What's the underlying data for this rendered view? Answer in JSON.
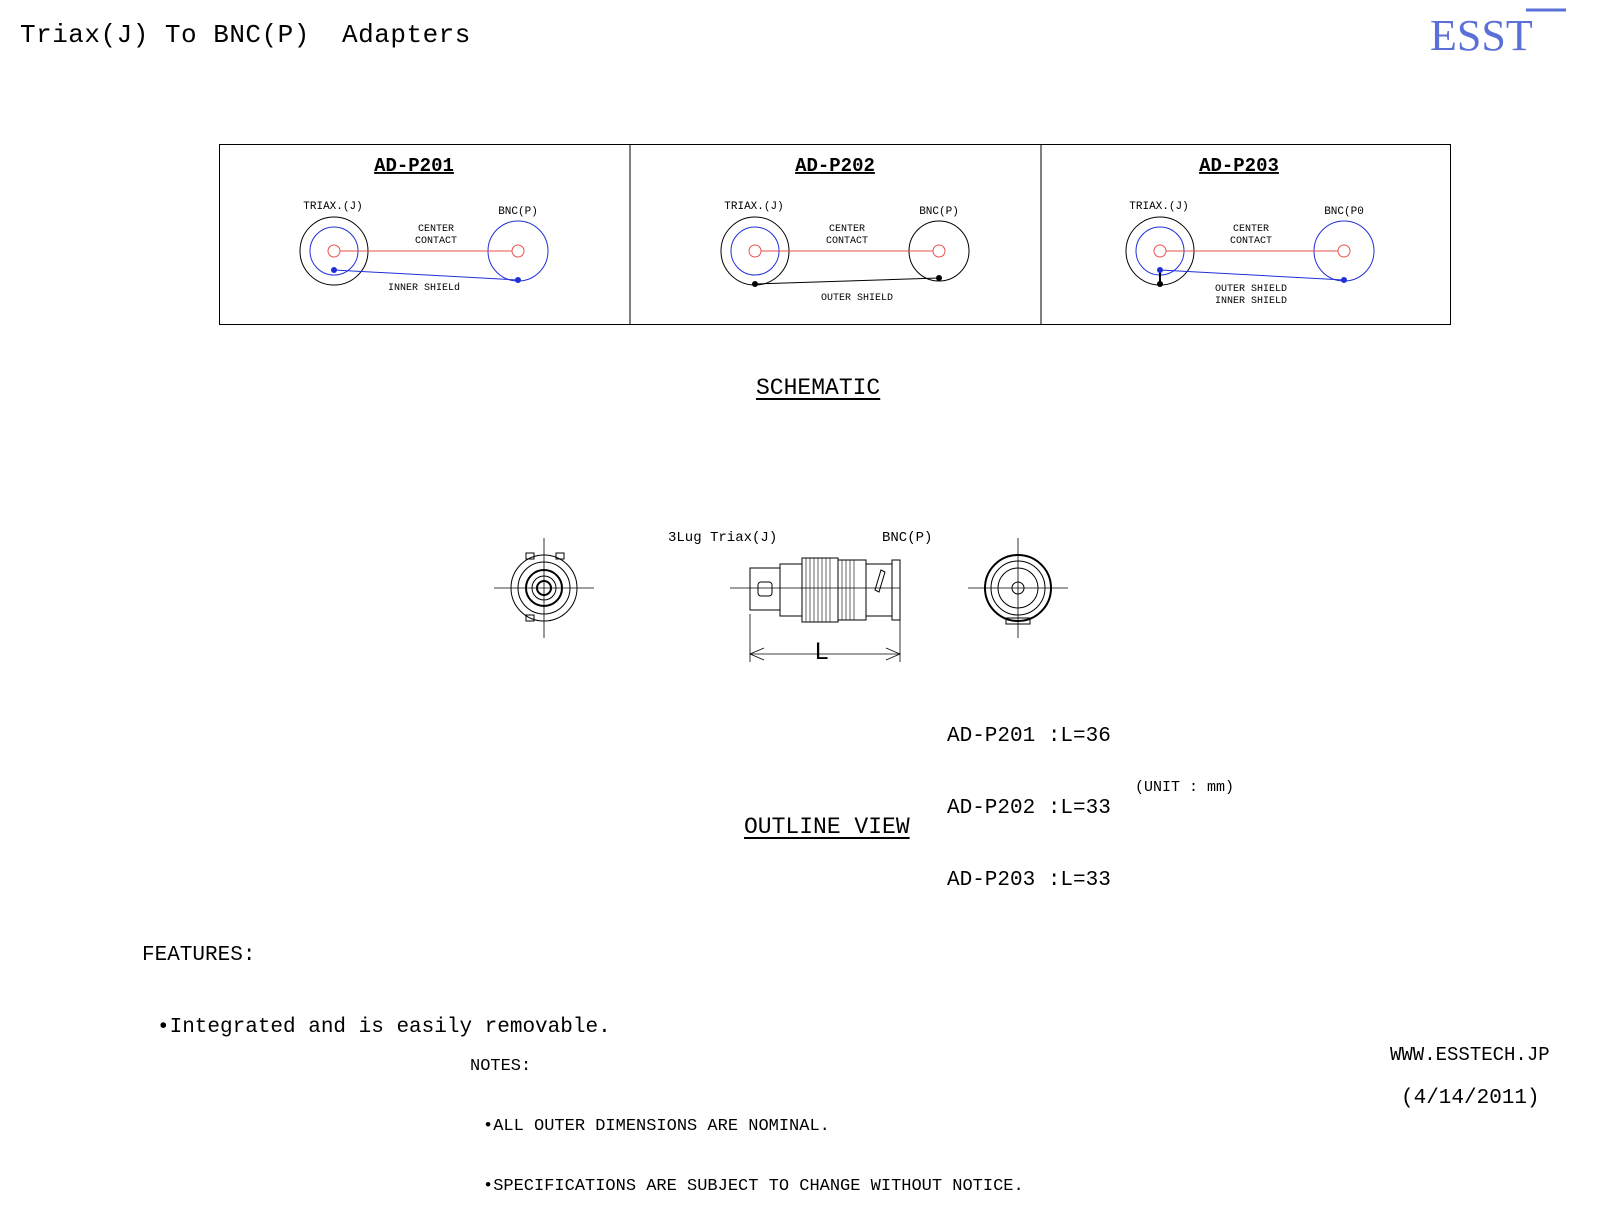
{
  "header": {
    "title": "Triax(J) To BNC(P)  Adapters",
    "logo_text": "ESST",
    "logo_color": "#5a6fd8"
  },
  "schematic": {
    "section_title": "SCHEMATIC",
    "panels": [
      {
        "model": "AD-P201",
        "left_label": "TRIAX.(J)",
        "right_label": "BNC(P)",
        "center_label": [
          "CENTER",
          "CONTACT"
        ],
        "bottom_label": [
          "INNER SHIELd"
        ]
      },
      {
        "model": "AD-P202",
        "left_label": "TRIAX.(J)",
        "right_label": "BNC(P)",
        "center_label": [
          "CENTER",
          "CONTACT"
        ],
        "bottom_label": [
          "OUTER SHIELD"
        ]
      },
      {
        "model": "AD-P203",
        "left_label": "TRIAX.(J)",
        "right_label": "BNC(P0",
        "center_label": [
          "CENTER",
          "CONTACT"
        ],
        "bottom_label": [
          "OUTER SHIELD",
          "INNER SHIELD"
        ]
      }
    ],
    "colors": {
      "center": "#e8504a",
      "inner": "#1f2fd6",
      "outer": "#000000"
    }
  },
  "outline": {
    "section_title": "OUTLINE VIEW",
    "left_connector_label": "3Lug Triax(J)",
    "right_connector_label": "BNC(P)",
    "dimension_symbol": "L",
    "dimensions": [
      "AD-P201 :L=36",
      "AD-P202 :L=33",
      "AD-P203 :L=33"
    ],
    "unit": "(UNIT : mm)"
  },
  "features": {
    "heading": "FEATURES:",
    "items": [
      "•Integrated and is easily removable."
    ]
  },
  "notes": {
    "heading": "NOTES:",
    "items": [
      "•ALL OUTER DIMENSIONS ARE NOMINAL.",
      "•SPECIFICATIONS ARE SUBJECT TO CHANGE WITHOUT NOTICE."
    ]
  },
  "footer": {
    "website": "WWW.ESSTECH.JP",
    "date": "(4/14/2011)"
  }
}
